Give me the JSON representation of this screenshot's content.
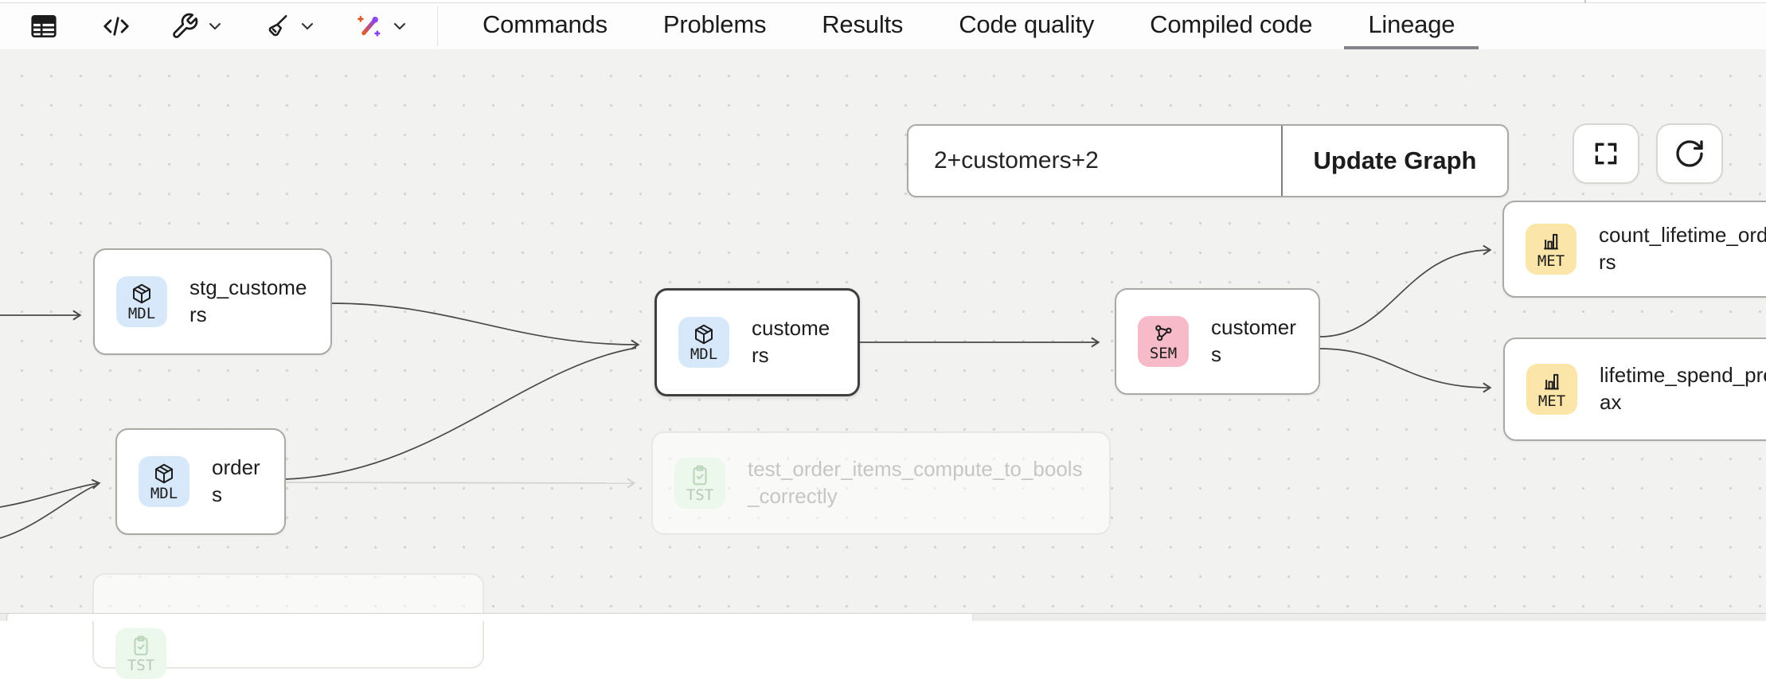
{
  "header": {
    "toolbar_icons": [
      "table-icon",
      "code-icon",
      "wrench-icon",
      "broom-icon",
      "magic-wand-icon"
    ],
    "tabs": [
      {
        "label": "Commands",
        "active": false
      },
      {
        "label": "Problems",
        "active": false
      },
      {
        "label": "Results",
        "active": false
      },
      {
        "label": "Code quality",
        "active": false
      },
      {
        "label": "Compiled code",
        "active": false
      },
      {
        "label": "Lineage",
        "active": true
      }
    ]
  },
  "lineage": {
    "selector": {
      "value": "2+customers+2"
    },
    "update_button": {
      "label": "Update Graph"
    },
    "view_buttons": [
      "fullscreen-icon",
      "refresh-icon"
    ],
    "badge_colors": {
      "MDL": "#d7e8fb",
      "SEM": "#f6bac8",
      "MET": "#fbe5a8",
      "TST": "#ecf8ec"
    },
    "nodes": [
      {
        "type": "model",
        "badge": "MDL",
        "label": "stg_customers",
        "state": "normal"
      },
      {
        "type": "model",
        "badge": "MDL",
        "label": "orders",
        "state": "normal"
      },
      {
        "type": "model",
        "badge": "MDL",
        "label": "customers",
        "state": "selected"
      },
      {
        "type": "semantic_model",
        "badge": "SEM",
        "label": "customers",
        "state": "normal"
      },
      {
        "type": "metric",
        "badge": "MET",
        "label": "count_lifetime_orders",
        "state": "normal"
      },
      {
        "type": "metric",
        "badge": "MET",
        "label": "lifetime_spend_pretax",
        "state": "normal"
      },
      {
        "type": "test",
        "badge": "TST",
        "label": "test_order_items_compute_to_bools_correctly",
        "state": "faded"
      },
      {
        "type": "test",
        "badge": "TST",
        "label": "",
        "state": "faded"
      }
    ]
  }
}
